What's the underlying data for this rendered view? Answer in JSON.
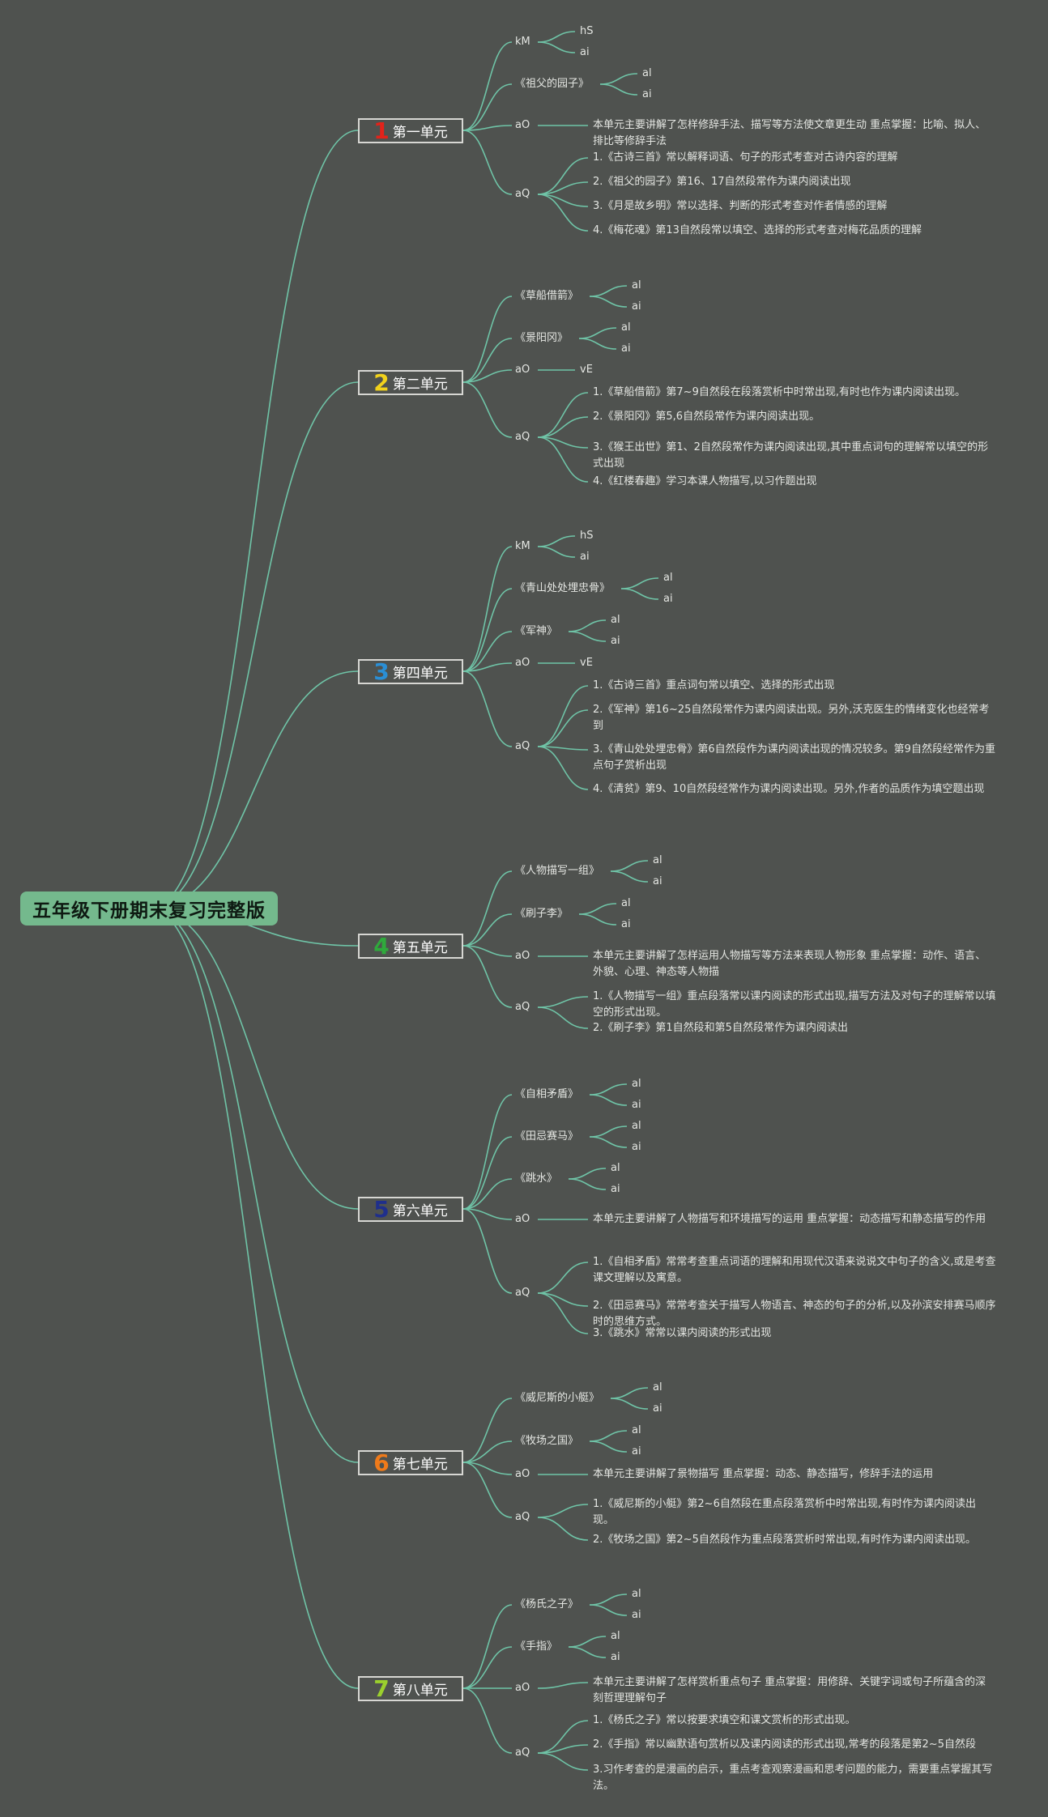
{
  "title": "五年级下册期末复习完整版",
  "units": [
    {
      "num": "1",
      "num_color": "#e2231a",
      "name": "第一单元",
      "branches": [
        {
          "label": "kM",
          "children": [
            "hS",
            "ai"
          ]
        },
        {
          "label": "《祖父的园子》",
          "children": [
            "al",
            "ai"
          ]
        },
        {
          "label": "aO",
          "children": [
            "本单元主要讲解了怎样修辞手法、描写等方法使文章更生动 重点掌握：比喻、拟人、排比等修辞手法"
          ]
        },
        {
          "label": "aQ",
          "children": [
            "1.《古诗三首》常以解释词语、句子的形式考查对古诗内容的理解",
            "2.《祖父的园子》第16、17自然段常作为课内阅读出现",
            "3.《月是故乡明》常以选择、判断的形式考查对作者情感的理解",
            "4.《梅花魂》第13自然段常以填空、选择的形式考查对梅花品质的理解"
          ]
        }
      ]
    },
    {
      "num": "2",
      "num_color": "#f2d21b",
      "name": "第二单元",
      "branches": [
        {
          "label": "《草船借箭》",
          "children": [
            "al",
            "ai"
          ]
        },
        {
          "label": "《景阳冈》",
          "children": [
            "al",
            "ai"
          ]
        },
        {
          "label": "aO",
          "children": [
            "vE"
          ]
        },
        {
          "label": "aQ",
          "children": [
            "1.《草船借箭》第7~9自然段在段落赏析中时常出现,有时也作为课内阅读出现。",
            "2.《景阳冈》第5,6自然段常作为课内阅读出现。",
            "3.《猴王出世》第1、2自然段常作为课内阅读出现,其中重点词句的理解常以填空的形式出现",
            "4.《红楼春趣》学习本课人物描写,以习作题出现"
          ]
        }
      ]
    },
    {
      "num": "3",
      "num_color": "#2a8fd6",
      "name": "第四单元",
      "branches": [
        {
          "label": "kM",
          "children": [
            "hS",
            "ai"
          ]
        },
        {
          "label": "《青山处处埋忠骨》",
          "children": [
            "al",
            "ai"
          ]
        },
        {
          "label": "《军神》",
          "children": [
            "al",
            "ai"
          ]
        },
        {
          "label": "aO",
          "children": [
            "vE"
          ]
        },
        {
          "label": "aQ",
          "children": [
            "1.《古诗三首》重点词句常以填空、选择的形式出现",
            "2.《军神》第16~25自然段常作为课内阅读出现。另外,沃克医生的情绪变化也经常考到",
            "3.《青山处处埋忠骨》第6自然段作为课内阅读出现的情况较多。第9自然段经常作为重点句子赏析出现",
            "4.《清贫》第9、10自然段经常作为课内阅读出现。另外,作者的品质作为填空题出现"
          ]
        }
      ]
    },
    {
      "num": "4",
      "num_color": "#2faa3c",
      "name": "第五单元",
      "branches": [
        {
          "label": "《人物描写一组》",
          "children": [
            "al",
            "ai"
          ]
        },
        {
          "label": "《刷子李》",
          "children": [
            "al",
            "ai"
          ]
        },
        {
          "label": "aO",
          "children": [
            "本单元主要讲解了怎样运用人物描写等方法来表现人物形象 重点掌握：动作、语言、外貌、心理、神态等人物描"
          ]
        },
        {
          "label": "aQ",
          "children": [
            "1.《人物描写一组》重点段落常以课内阅读的形式出现,描写方法及对句子的理解常以填空的形式出现。",
            "2.《刷子李》第1自然段和第5自然段常作为课内阅读出"
          ]
        }
      ]
    },
    {
      "num": "5",
      "num_color": "#1f2f8c",
      "name": "第六单元",
      "branches": [
        {
          "label": "《自相矛盾》",
          "children": [
            "al",
            "ai"
          ]
        },
        {
          "label": "《田忌赛马》",
          "children": [
            "al",
            "ai"
          ]
        },
        {
          "label": "《跳水》",
          "children": [
            "al",
            "ai"
          ]
        },
        {
          "label": "aO",
          "children": [
            "本单元主要讲解了人物描写和环境描写的运用 重点掌握：动态描写和静态描写的作用"
          ]
        },
        {
          "label": "aQ",
          "children": [
            "1.《自相矛盾》常常考查重点词语的理解和用现代汉语来说说文中句子的含义,或是考查课文理解以及寓意。",
            "2.《田忌赛马》常常考查关于描写人物语言、神态的句子的分析,以及孙滨安排赛马顺序时的思维方式。",
            "3.《跳水》常常以课内阅读的形式出现"
          ]
        }
      ]
    },
    {
      "num": "6",
      "num_color": "#ef7a1a",
      "name": "第七单元",
      "branches": [
        {
          "label": "《威尼斯的小艇》",
          "children": [
            "al",
            "ai"
          ]
        },
        {
          "label": "《牧场之国》",
          "children": [
            "al",
            "ai"
          ]
        },
        {
          "label": "aO",
          "children": [
            "本单元主要讲解了景物描写 重点掌握：动态、静态描写，修辞手法的运用"
          ]
        },
        {
          "label": "aQ",
          "children": [
            "1.《威尼斯的小艇》第2~6自然段在重点段落赏析中时常出现,有时作为课内阅读出现。",
            "2.《牧场之国》第2~5自然段作为重点段落赏析时常出现,有时作为课内阅读出现。"
          ]
        }
      ]
    },
    {
      "num": "7",
      "num_color": "#9bd02d",
      "name": "第八单元",
      "branches": [
        {
          "label": "《杨氏之子》",
          "children": [
            "al",
            "ai"
          ]
        },
        {
          "label": "《手指》",
          "children": [
            "al",
            "ai"
          ]
        },
        {
          "label": "aO",
          "children": [
            "本单元主要讲解了怎样赏析重点句子 重点掌握：用修辞、关键字词或句子所蕴含的深刻哲理理解句子"
          ]
        },
        {
          "label": "aQ",
          "children": [
            "1.《杨氏之子》常以按要求填空和课文赏析的形式出现。",
            "2.《手指》常以幽默语句赏析以及课内阅读的形式出现,常考的段落是第2~5自然段",
            "3.习作考查的是漫画的启示，重点考查观察漫画和思考问题的能力，需要重点掌握其写法。"
          ]
        }
      ]
    }
  ]
}
